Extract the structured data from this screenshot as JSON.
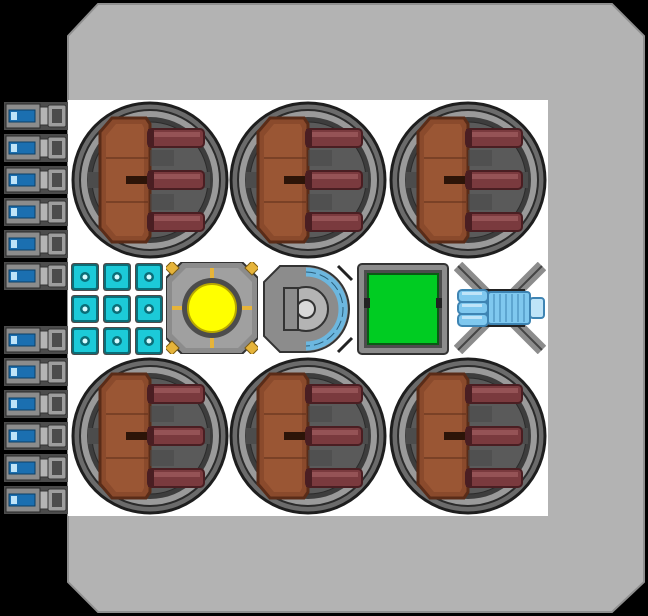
{
  "scene": {
    "background_color": "#000000",
    "hull_color": "#b3b3b3",
    "hull_edge_color": "#8f8f8f",
    "deck_color": "#ffffff"
  },
  "colors": {
    "ring_dark": "#3d3d3d",
    "ring_mid": "#6b6b6b",
    "ring_light": "#9a9a9a",
    "wood": "#8a4a2c",
    "wood_light": "#a8613c",
    "wood_dark": "#5a2c18",
    "barrel": "#7a3a3e",
    "barrel_light": "#9c5a5c",
    "barrel_dark": "#4a1e22",
    "armor": "#8c8c8c",
    "armor_light": "#b4b4b4",
    "armor_dark": "#4c4c4c",
    "cyan": "#1ccad8",
    "cyan_dark": "#0a6e78",
    "yellow_core": "#ffff00",
    "gold": "#e6b43a",
    "shield_blue": "#6cb7df",
    "screen_green": "#00cc22",
    "thruster_blue": "#7fc8ef",
    "thruster_light": "#bfe4f8",
    "thruster_dark": "#3e84b3",
    "thruster_icon": "#1b6fb0"
  },
  "modules": {
    "left_thrusters": {
      "count": 12,
      "icon": "thruster-block-icon"
    },
    "turret_count": 6,
    "turret_icon": "triple-cannon-turret-icon",
    "cargo_cells": {
      "count": 9,
      "icon": "cyan-cargo-cell-icon"
    },
    "reactor": {
      "icon": "reactor-core-icon"
    },
    "shield": {
      "icon": "shield-generator-icon"
    },
    "bridge": {
      "icon": "bridge-console-icon"
    },
    "engine": {
      "icon": "main-engine-icon"
    }
  }
}
